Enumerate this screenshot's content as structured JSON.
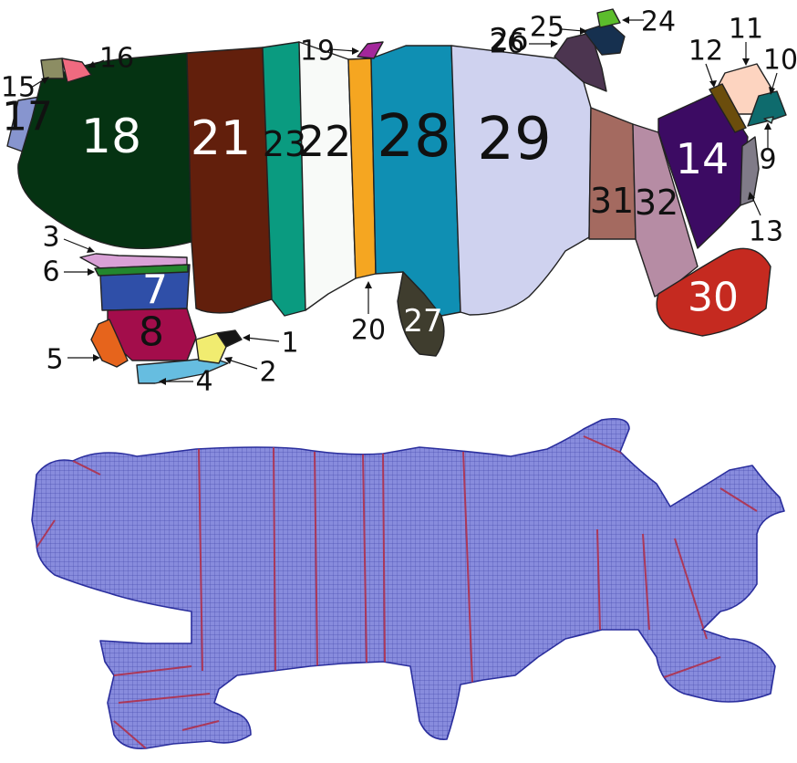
{
  "top_panel": {
    "regions": [
      {
        "id": "18",
        "label": "18",
        "color": "#053312"
      },
      {
        "id": "21",
        "label": "21",
        "color": "#621f0c"
      },
      {
        "id": "23",
        "label": "23",
        "color": "#0a9b80"
      },
      {
        "id": "22",
        "label": "22",
        "color": "#f8faf8"
      },
      {
        "id": "20",
        "label": "",
        "color": "#f5a621"
      },
      {
        "id": "28",
        "label": "28",
        "color": "#0f8fb3"
      },
      {
        "id": "29",
        "label": "29",
        "color": "#cfd2ef"
      },
      {
        "id": "31",
        "label": "31",
        "color": "#a46a60"
      },
      {
        "id": "32",
        "label": "32",
        "color": "#b68ca4"
      },
      {
        "id": "14",
        "label": "14",
        "color": "#3c0b63"
      },
      {
        "id": "30",
        "label": "30",
        "color": "#c52a20"
      },
      {
        "id": "27",
        "label": "27",
        "color": "#3f3d2e"
      },
      {
        "id": "7",
        "label": "7",
        "color": "#2f4fa8"
      },
      {
        "id": "8",
        "label": "8",
        "color": "#a30d4b"
      },
      {
        "id": "17",
        "label": "17",
        "color": "#8795cf"
      },
      {
        "id": "26",
        "label": "26",
        "color": "#4c3550"
      },
      {
        "id": "25",
        "label": "",
        "color": "#16304f"
      },
      {
        "id": "24",
        "label": "",
        "color": "#5cbd2c"
      },
      {
        "id": "11",
        "label": "",
        "color": "#fdd4c0"
      },
      {
        "id": "12",
        "label": "",
        "color": "#6b4d0c"
      },
      {
        "id": "10",
        "label": "",
        "color": "#0e6b6d"
      },
      {
        "id": "9",
        "label": "",
        "color": "#8fd0c8"
      },
      {
        "id": "13",
        "label": "",
        "color": "#807b88"
      },
      {
        "id": "19",
        "label": "",
        "color": "#a3279b"
      },
      {
        "id": "16",
        "label": "",
        "color": "#f06a80"
      },
      {
        "id": "15",
        "label": "",
        "color": "#8c8d63"
      },
      {
        "id": "3",
        "label": "",
        "color": "#d9a1d6"
      },
      {
        "id": "6",
        "label": "",
        "color": "#23862e"
      },
      {
        "id": "5",
        "label": "",
        "color": "#e6641c"
      },
      {
        "id": "4",
        "label": "",
        "color": "#66bde0"
      },
      {
        "id": "2",
        "label": "",
        "color": "#f1ec70"
      },
      {
        "id": "1",
        "label": "",
        "color": "#151515"
      }
    ],
    "callouts": [
      "1",
      "2",
      "3",
      "4",
      "5",
      "6",
      "9",
      "10",
      "11",
      "12",
      "13",
      "15",
      "16",
      "19",
      "20",
      "24",
      "25",
      "26"
    ]
  },
  "bottom_panel": {
    "mesh_color": "#5a5fd0",
    "seam_color": "#b0304a"
  }
}
